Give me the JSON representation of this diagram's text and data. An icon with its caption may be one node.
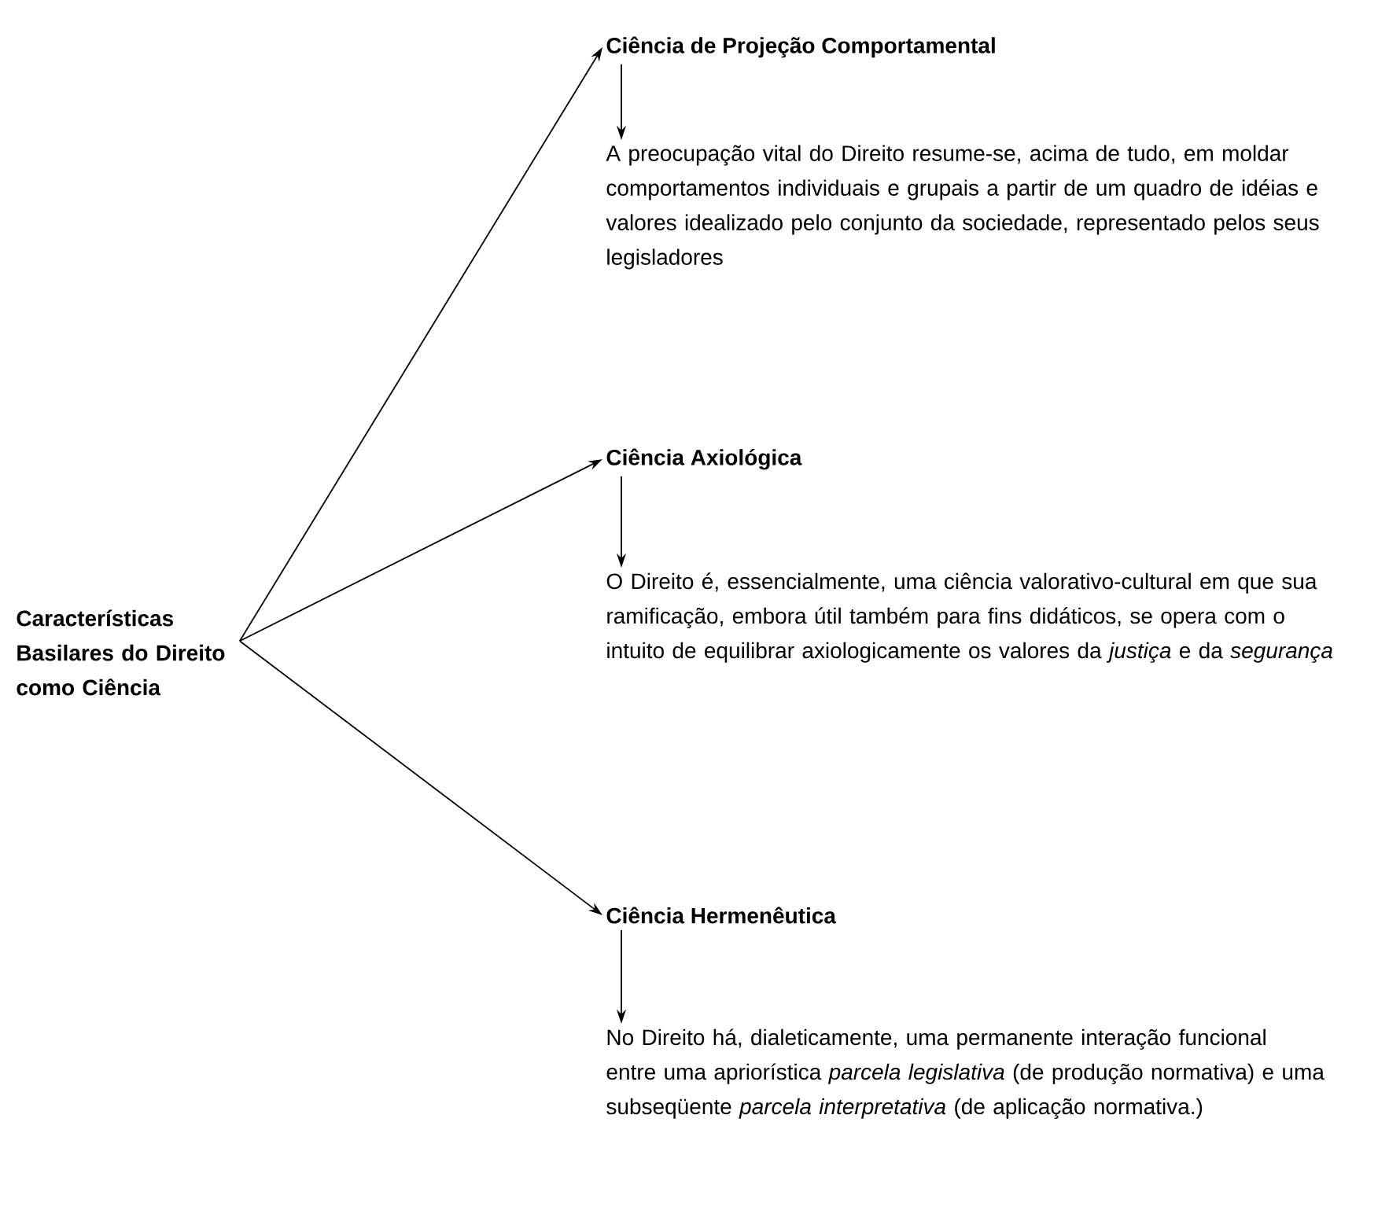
{
  "diagram": {
    "nodes": [
      {
        "text": [
          "Características Basilares do Direito como Ciência"
        ]
      },
      {
        "text": [
          "Ciência de Projeção Comportamental"
        ]
      },
      {
        "text": [
          "A preocupação vital do Direito resume-se, acima de tudo, em moldar comportamentos individuais e grupais a partir de um quadro de idéias e valores idealizado pelo conjunto da sociedade, representado pelos seus legisladores"
        ]
      },
      {
        "text": [
          "Ciência Axiológica"
        ]
      },
      {
        "text": [
          "O Direito é, essencialmente, uma ciência valorativo-cultural em que sua ramificação, embora útil também para fins didáticos, se opera com o intuito de equilibrar axiologicamente os valores da *justiça* e da *segurança*"
        ]
      },
      {
        "text": [
          "Ciência Hermenêutica"
        ]
      },
      {
        "text": [
          "No Direito há, dialeticamente, uma permanente interação funcional entre uma apriorística *parcela legislativa* (de produção normativa) e uma subseqüente *parcela interpretativa* (de aplicação normativa.)"
        ]
      }
    ],
    "edges": [
      {
        "from": 0,
        "to": 1,
        "arrow": "to"
      },
      {
        "from": 0,
        "to": 3,
        "arrow": "to"
      },
      {
        "from": 0,
        "to": 5,
        "arrow": "to"
      },
      {
        "from": 1,
        "to": 2,
        "arrow": "to"
      },
      {
        "from": 3,
        "to": 4,
        "arrow": "to"
      },
      {
        "from": 5,
        "to": 6,
        "arrow": "to"
      }
    ]
  }
}
